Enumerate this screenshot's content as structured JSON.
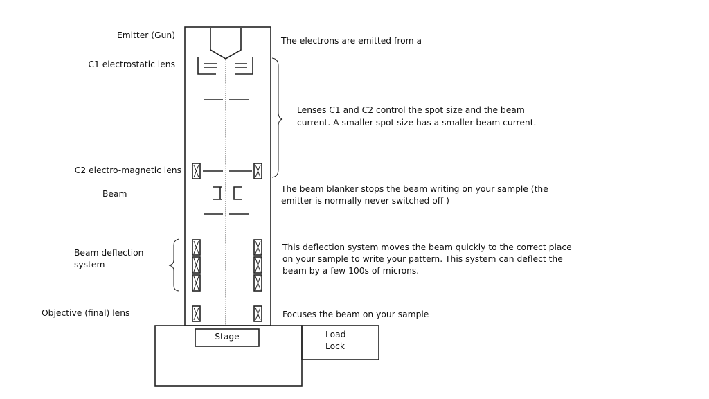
{
  "labels_left": {
    "emitter": "Emitter (Gun)",
    "c1": "C1 electrostatic lens",
    "c2": "C2 electro-magnetic lens",
    "blanker": "Beam",
    "deflection_line1": "Beam deflection",
    "deflection_line2": "system",
    "objective": "Objective (final) lens"
  },
  "labels_right": {
    "emitter_desc": "The electrons are emitted from a",
    "lenses_desc_line1": "Lenses C1 and C2 control the spot size and the beam",
    "lenses_desc_line2": "current. A smaller spot size has a smaller beam current.",
    "blanker_desc_line1": "The beam blanker stops the beam writing on your sample (the",
    "blanker_desc_line2": "emitter is normally never switched off )",
    "deflection_desc_line1": "This deflection system moves the beam quickly to the correct place",
    "deflection_desc_line2": "on your sample to write your pattern. This system can deflect the",
    "deflection_desc_line3": "beam by a few 100s of microns.",
    "objective_desc": "Focuses the beam on your sample"
  },
  "chamber": {
    "stage": "Stage",
    "load_lock_line1": "Load",
    "load_lock_line2": "Lock"
  }
}
